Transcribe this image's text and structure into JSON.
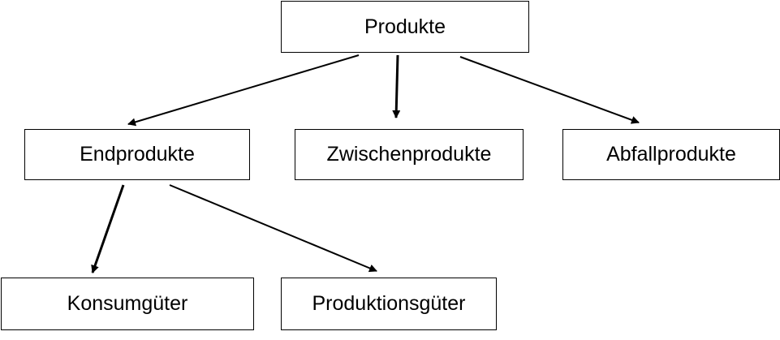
{
  "diagram": {
    "root": "Produkte",
    "level1": [
      "Endprodukte",
      "Zwischenprodukte",
      "Abfallprodukte"
    ],
    "level2": [
      "Konsumgüter",
      "Produktionsgüter"
    ],
    "edge_color": "#000000",
    "box_border_color": "#000000",
    "background_color": "#ffffff"
  }
}
